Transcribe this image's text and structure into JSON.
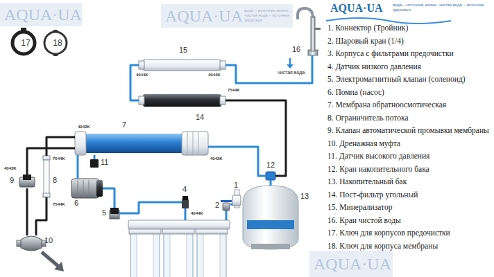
{
  "diagram": {
    "nodes": [
      {
        "text": [
          "1"
        ]
      },
      {
        "text": [
          "2"
        ]
      },
      {
        "text": [
          "4"
        ]
      },
      {
        "text": [
          "5"
        ]
      },
      {
        "text": [
          "6"
        ]
      },
      {
        "text": [
          "7"
        ]
      },
      {
        "text": [
          "8"
        ]
      },
      {
        "text": [
          "9"
        ]
      },
      {
        "text": [
          "10"
        ]
      },
      {
        "text": [
          "11"
        ]
      },
      {
        "text": [
          "12"
        ]
      },
      {
        "text": [
          "13"
        ]
      },
      {
        "text": [
          "14"
        ]
      },
      {
        "text": [
          "15"
        ]
      },
      {
        "text": [
          "16"
        ]
      },
      {
        "text": [
          "17"
        ]
      },
      {
        "text": [
          "18"
        ]
      }
    ],
    "edges": [
      {
        "from": 0,
        "to": 1,
        "arrow": "none"
      },
      {
        "from": 2,
        "to": 3,
        "arrow": "none"
      },
      {
        "from": 3,
        "to": 4,
        "arrow": "none"
      },
      {
        "from": 4,
        "to": 5,
        "arrow": "none"
      },
      {
        "from": 5,
        "to": 6,
        "arrow": "none"
      },
      {
        "from": 5,
        "to": 7,
        "arrow": "none"
      },
      {
        "from": 6,
        "to": 8,
        "arrow": "none"
      },
      {
        "from": 7,
        "to": 8,
        "arrow": "none"
      },
      {
        "from": 5,
        "to": 9,
        "arrow": "none"
      },
      {
        "from": 5,
        "to": 10,
        "arrow": "none"
      },
      {
        "from": 10,
        "to": 11,
        "arrow": "none"
      },
      {
        "from": 10,
        "to": 12,
        "arrow": "none"
      },
      {
        "from": 12,
        "to": 13,
        "arrow": "none"
      },
      {
        "from": 13,
        "to": 14,
        "arrow": "none"
      }
    ],
    "labels": [
      "AQUA·UA",
      "вода – источник жизни, чистая вода – источник здоровья",
      "1. Коннектор (Тройник)",
      "2. Шаровый кран (1/4)",
      "3. Корпуса с фильтрами предочистки",
      "4. Датчик низкого давления",
      "5. Электромагнитный клапан (соленоид)",
      "6. Помпа (насос)",
      "7. Мембрана обратноосмотическая",
      "8. Ограничитель потока",
      "9. Клапан автоматической промывки мембраны",
      "10. Дренажная муфта",
      "11. Датчик высокого давления",
      "12. Кран накопительного бака",
      "13. Накопительный бак",
      "14. Пост-фильтр угольный",
      "15. Минерализатор",
      "16. Кран чистой воды",
      "17. Ключ для корпусов предочистки",
      "18. Ключ для корпуса мембраны",
      "AQUA·UA",
      "AQUA·UA",
      "вода – источник жизни, чистая вода – источник здоровья",
      "AQUA·UA",
      "чистая вода",
      "4044K",
      "4044K",
      "7544K",
      "4042K",
      "4042K",
      "7544K",
      "4042K",
      "7544K",
      "4044K"
    ]
  }
}
